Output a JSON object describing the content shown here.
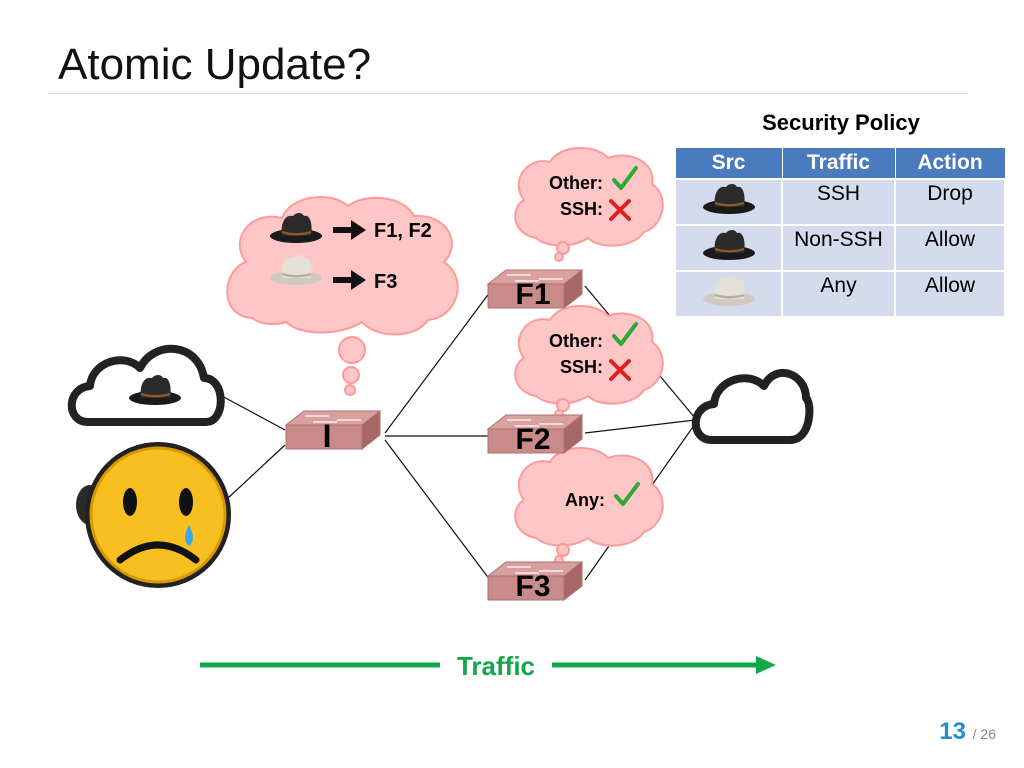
{
  "slide": {
    "title": "Atomic Update?",
    "page_number": "13",
    "page_total": "/ 26"
  },
  "diagram": {
    "ingress_switch_label": "I",
    "firewalls": [
      "F1",
      "F2",
      "F3"
    ],
    "ingress_thought": {
      "black_hat_route": "F1, F2",
      "white_hat_route": "F3"
    },
    "firewall_thoughts": {
      "f1": {
        "line1": "Other:",
        "line1_mark": "check",
        "line2": "SSH:",
        "line2_mark": "cross"
      },
      "f2": {
        "line1": "Other:",
        "line1_mark": "check",
        "line2": "SSH:",
        "line2_mark": "cross"
      },
      "f3": {
        "line1": "Any:",
        "line1_mark": "check"
      }
    },
    "traffic_label": "Traffic",
    "colors": {
      "switch": "#c98a8a",
      "thought_bubble": "#ffc6c6",
      "traffic_arrow": "#12a84a",
      "check": "#2ea836",
      "cross": "#e02020"
    }
  },
  "security_policy": {
    "title": "Security Policy",
    "headers": [
      "Src",
      "Traffic",
      "Action"
    ],
    "rows": [
      {
        "src_icon": "black-hat-icon",
        "traffic": "SSH",
        "action": "Drop"
      },
      {
        "src_icon": "black-hat-icon",
        "traffic": "Non-SSH",
        "action": "Allow"
      },
      {
        "src_icon": "white-hat-icon",
        "traffic": "Any",
        "action": "Allow"
      }
    ]
  }
}
